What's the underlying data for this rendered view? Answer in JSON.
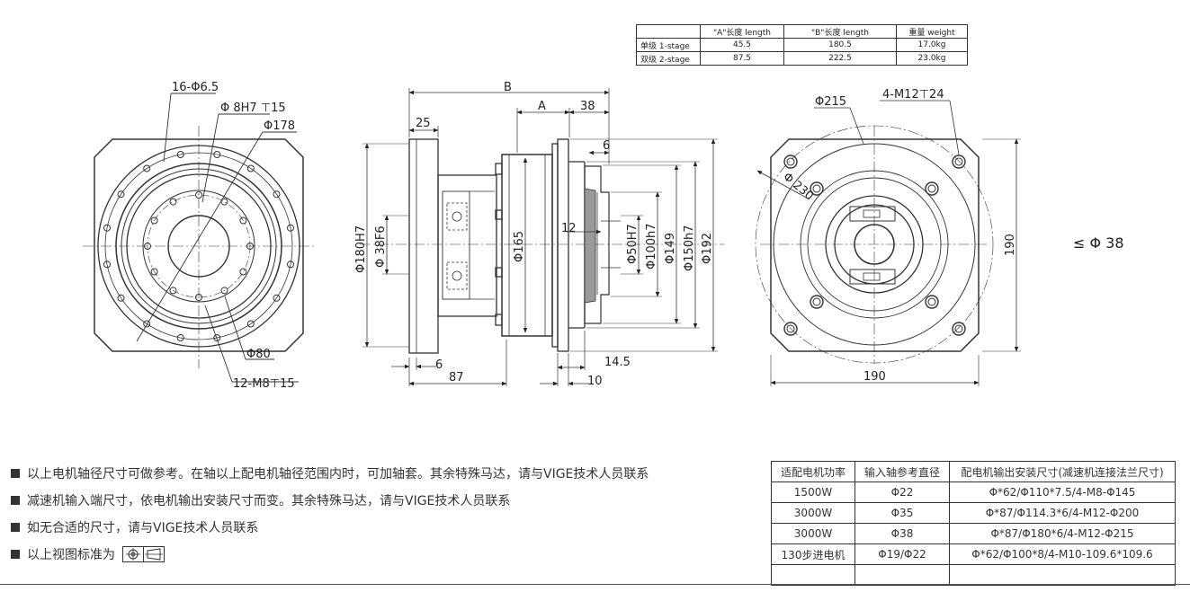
{
  "spec_table": {
    "headers": [
      "",
      "\"A\"长度 length",
      "\"B\"长度  length",
      "重量 weight"
    ],
    "rows": [
      [
        "单级 1-stage",
        "45.5",
        "180.5",
        "17.0kg"
      ],
      [
        "双级 2-stage",
        "87.5",
        "222.5",
        "23.0kg"
      ]
    ]
  },
  "front_view": {
    "labels": {
      "holes_outer": "16-Φ6.5",
      "bore": "Φ 8H7 ⊤15",
      "pcd": "Φ178",
      "inner": "Φ80",
      "tapped": "12-M8⊤15"
    }
  },
  "side_view": {
    "labels": {
      "b": "B",
      "a": "A",
      "d38": "38",
      "d25": "25",
      "d6_top": "6",
      "d12": "12",
      "d6_bottom": "6",
      "d87": "87",
      "d14_5": "14.5",
      "d10": "10",
      "phi180": "Φ180H7",
      "phi38f6": "Φ 38F6",
      "phi165": "Φ165",
      "phi50": "Φ50H7",
      "phi100": "Φ100h7",
      "phi149": "Φ149",
      "phi150": "Φ150h7",
      "phi192": "Φ192"
    }
  },
  "rear_view": {
    "labels": {
      "phi215": "Φ215",
      "tapped": "4-M12⊤24",
      "phi230": "Φ 230",
      "width": "190",
      "height": "190"
    }
  },
  "shaft_note": "≤ Φ 38",
  "notes": [
    "以上电机轴径尺寸可做参考。在轴以上配电机轴径范围内时，可加轴套。其余特殊马达，请与VIGE技术人员联系",
    "减速机输入端尺寸，依电机输出安装尺寸而变。其余特殊马达，请与VIGE技术人员联系",
    "如无合适的尺寸，请与VIGE技术人员联系",
    "以上视图标准为"
  ],
  "motor_table": {
    "headers": [
      "适配电机功率",
      "输入轴参考直径",
      "配电机输出安装尺寸(减速机连接法兰尺寸)"
    ],
    "rows": [
      [
        "1500W",
        "Φ22",
        "Φ*62/Φ110*7.5/4-M8-Φ145"
      ],
      [
        "3000W",
        "Φ35",
        "Φ*87/Φ114.3*6/4-M12-Φ200"
      ],
      [
        "3000W",
        "Φ38",
        "Φ*87/Φ180*6/4-M12-Φ215"
      ],
      [
        "130步进电机",
        "Φ19/Φ22",
        "Φ*62/Φ100*8/4-M10-109.6*109.6"
      ],
      [
        "",
        "",
        ""
      ]
    ]
  }
}
